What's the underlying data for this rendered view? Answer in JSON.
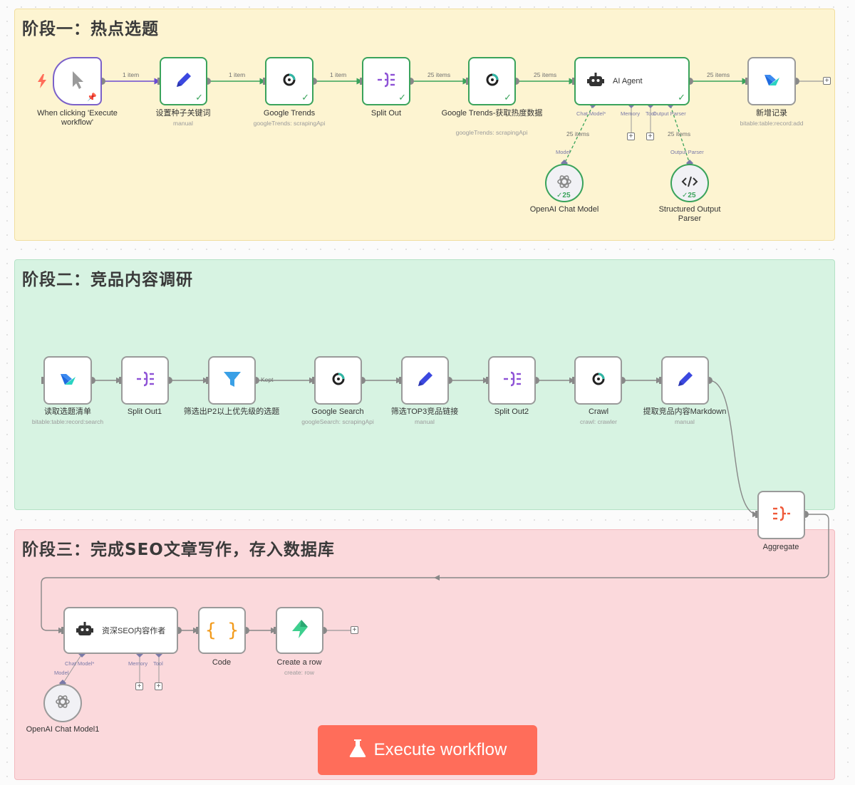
{
  "stages": [
    {
      "title": "阶段一：热点选题",
      "color": "#fdf4d1",
      "border": "#f1dea0"
    },
    {
      "title": "阶段二：竞品内容调研",
      "color": "#d7f3e2",
      "border": "#b4e2c6"
    },
    {
      "title": "阶段三：完成SEO文章写作，存入数据库",
      "color": "#fbd9dc",
      "border": "#f2b9bf"
    }
  ],
  "nodes": {
    "trigger": {
      "label": "When clicking 'Execute workflow'"
    },
    "set_seed": {
      "label": "设置种子关键词",
      "sub": "manual"
    },
    "google_trends": {
      "label": "Google Trends",
      "sub": "googleTrends: scrapingApi"
    },
    "split_out": {
      "label": "Split Out"
    },
    "google_trends_heat": {
      "label": "Google Trends-获取热度数据",
      "sub": "googleTrends: scrapingApi"
    },
    "ai_agent": {
      "label": "AI Agent"
    },
    "new_record": {
      "label": "新增记录",
      "sub": "bitable:table:record:add"
    },
    "openai_model": {
      "label": "OpenAI Chat Model",
      "count": "25"
    },
    "structured_parser": {
      "label": "Structured Output Parser",
      "count": "25"
    },
    "read_topics": {
      "label": "读取选题清单",
      "sub": "bitable:table:record:search"
    },
    "split_out1": {
      "label": "Split Out1"
    },
    "filter_p2": {
      "label": "筛选出P2以上优先级的选题"
    },
    "google_search": {
      "label": "Google Search",
      "sub": "googleSearch: scrapingApi"
    },
    "filter_top3": {
      "label": "筛选TOP3竞品链接",
      "sub": "manual"
    },
    "split_out2": {
      "label": "Split Out2"
    },
    "crawl": {
      "label": "Crawl",
      "sub": "crawl: crawler"
    },
    "extract_md": {
      "label": "提取竞品内容Markdown",
      "sub": "manual"
    },
    "aggregate": {
      "label": "Aggregate"
    },
    "seo_writer": {
      "label": "资深SEO内容作者"
    },
    "code": {
      "label": "Code"
    },
    "create_row": {
      "label": "Create a row",
      "sub": "create: row"
    },
    "openai_model1": {
      "label": "OpenAI Chat Model1"
    }
  },
  "edges": {
    "e1": "1 item",
    "e2": "1 item",
    "e3": "1 item",
    "e4": "25 items",
    "e5": "25 items",
    "e6": "25 items",
    "model_items": "25 items",
    "parser_items": "25 items",
    "kept": "Kept"
  },
  "ports": {
    "chat_model": "Chat Model*",
    "memory": "Memory",
    "tool": "Tool",
    "output_parser": "Output Parser",
    "model": "Model",
    "output_parser_in": "Output Parser"
  },
  "execute_button": {
    "label": "Execute workflow"
  },
  "icons": {
    "trigger": "cursor-icon",
    "set": "pencil-icon",
    "scraping": "scraping-api-icon",
    "split": "split-out-icon",
    "agent": "robot-icon",
    "bitable": "bitable-icon",
    "openai": "openai-icon",
    "parser": "code-brackets-icon",
    "filter": "funnel-icon",
    "aggregate": "aggregate-icon",
    "code": "curly-braces-icon",
    "supabase": "supabase-icon",
    "flask": "flask-icon",
    "lightning": "lightning-icon"
  },
  "colors": {
    "accent": "#ff6d5a",
    "success": "#3aa35b",
    "trigger": "#7b61c9",
    "set": "#3b48e0",
    "split": "#8e52d6",
    "filter": "#3aa0e6"
  }
}
